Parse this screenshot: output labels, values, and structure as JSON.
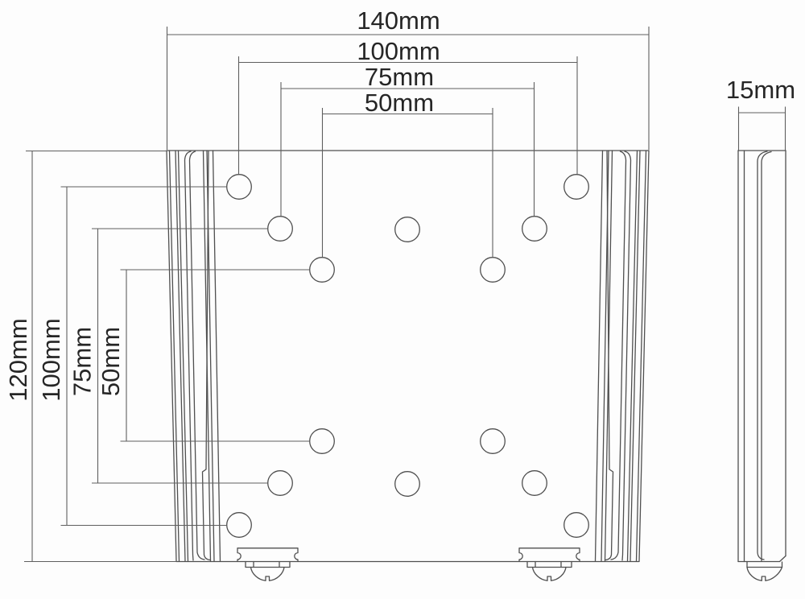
{
  "drawing": {
    "type": "technical-dimension-drawing",
    "subject": "TV wall-mount bracket plate (VESA hole pattern), front view and side view",
    "colors": {
      "background": "#fdfdfd",
      "part_line": "#4f4f4f",
      "dimension_line": "#5f5f5f",
      "label_text": "#262626"
    },
    "front_view": {
      "horizontal_dimensions": [
        {
          "id": "overall-width",
          "label": "140mm",
          "value_mm": 140
        },
        {
          "id": "hole-spacing-100",
          "label": "100mm",
          "value_mm": 100
        },
        {
          "id": "hole-spacing-75",
          "label": "75mm",
          "value_mm": 75
        },
        {
          "id": "hole-spacing-50",
          "label": "50mm",
          "value_mm": 50
        }
      ],
      "vertical_dimensions": [
        {
          "id": "overall-height",
          "label": "120mm",
          "value_mm": 120
        },
        {
          "id": "hole-spacing-100",
          "label": "100mm",
          "value_mm": 100
        },
        {
          "id": "hole-spacing-75",
          "label": "75mm",
          "value_mm": 75
        },
        {
          "id": "hole-spacing-50",
          "label": "50mm",
          "value_mm": 50
        }
      ],
      "mounting_hole_count": 14
    },
    "side_view": {
      "horizontal_dimensions": [
        {
          "id": "overall-depth",
          "label": "15mm",
          "value_mm": 15
        }
      ]
    }
  }
}
